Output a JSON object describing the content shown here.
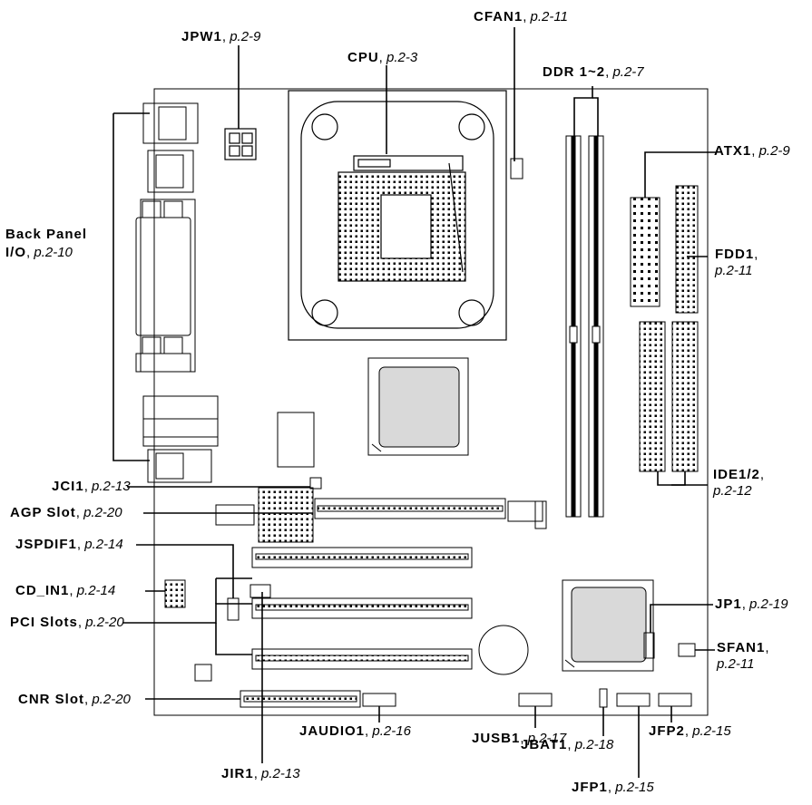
{
  "labels": {
    "jpw1": {
      "name": "JPW1",
      "page": "p.2-9"
    },
    "cpu": {
      "name": "CPU",
      "page": "p.2-3"
    },
    "cfan1": {
      "name": "CFAN1",
      "page": "p.2-11"
    },
    "ddr": {
      "name": "DDR 1~2",
      "page": "p.2-7"
    },
    "atx1": {
      "name": "ATX1",
      "page": "p.2-9"
    },
    "fdd1": {
      "name": "FDD1",
      "page": "p.2-11"
    },
    "back_panel": {
      "name_line1": "Back Panel",
      "name_line2": "I/O",
      "page": "p.2-10"
    },
    "ide": {
      "name": "IDE1/2",
      "page": "p.2-12"
    },
    "jci1": {
      "name": "JCI1",
      "page": "p.2-13"
    },
    "agp": {
      "name": "AGP Slot",
      "page": "p.2-20"
    },
    "jspdif1": {
      "name": "JSPDIF1",
      "page": "p.2-14"
    },
    "cd_in1": {
      "name": "CD_IN1",
      "page": "p.2-14"
    },
    "jp1": {
      "name": "JP1",
      "page": "p.2-19"
    },
    "pci": {
      "name": "PCI Slots",
      "page": "p.2-20"
    },
    "sfan1": {
      "name": "SFAN1",
      "page": "p.2-11"
    },
    "cnr": {
      "name": "CNR Slot",
      "page": "p.2-20"
    },
    "jusb1": {
      "name": "JUSB1",
      "page": "p.2-17"
    },
    "jaudio1": {
      "name": "JAUDIO1",
      "page": "p.2-16"
    },
    "jbat1": {
      "name": "JBAT1",
      "page": "p.2-18"
    },
    "jfp2": {
      "name": "JFP2",
      "page": "p.2-15"
    },
    "jir1": {
      "name": "JIR1",
      "page": "p.2-13"
    },
    "jfp1": {
      "name": "JFP1",
      "page": "p.2-15"
    }
  },
  "colors": {
    "stroke": "#000000",
    "chip_fill": "#d9d9d9",
    "background": "#ffffff"
  }
}
